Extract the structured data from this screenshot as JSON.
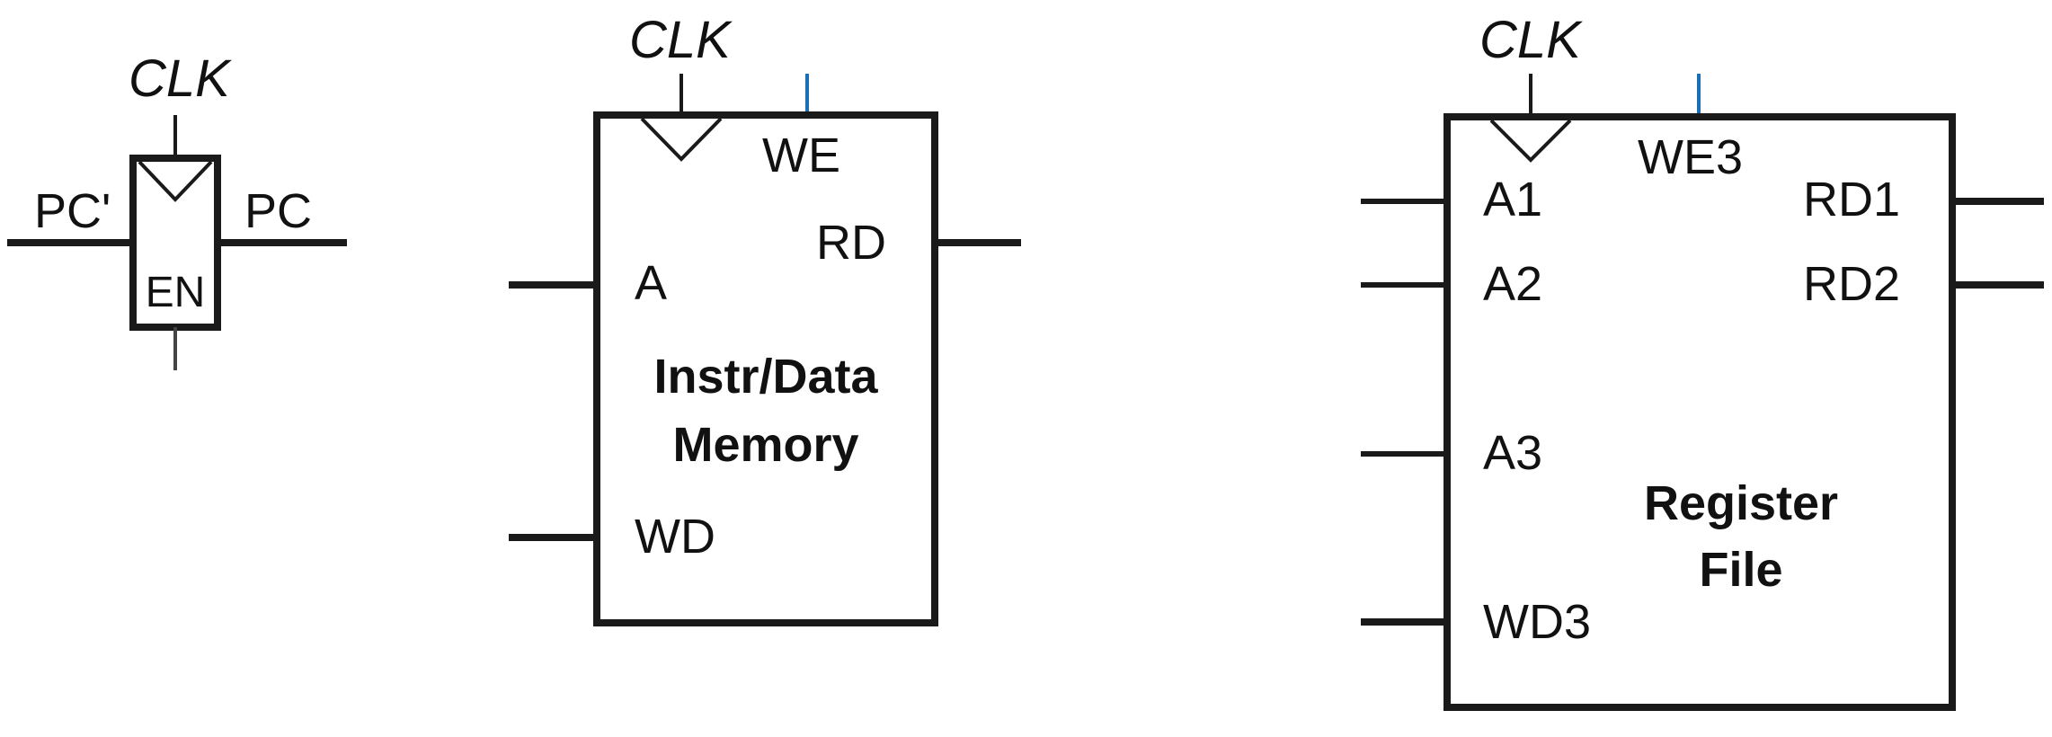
{
  "pc_register": {
    "clk_label": "CLK",
    "input_label": "PC'",
    "output_label": "PC",
    "enable_label": "EN"
  },
  "memory": {
    "clk_label": "CLK",
    "we_label": "WE",
    "address_label": "A",
    "read_data_label": "RD",
    "write_data_label": "WD",
    "title_line1": "Instr/Data",
    "title_line2": "Memory"
  },
  "register_file": {
    "clk_label": "CLK",
    "we_label": "WE3",
    "a1_label": "A1",
    "a2_label": "A2",
    "a3_label": "A3",
    "wd_label": "WD3",
    "rd1_label": "RD1",
    "rd2_label": "RD2",
    "title_line1": "Register",
    "title_line2": "File"
  },
  "colors": {
    "wire": "#1a1a1a",
    "write_enable": "#1a6fb5",
    "background": "#ffffff"
  }
}
